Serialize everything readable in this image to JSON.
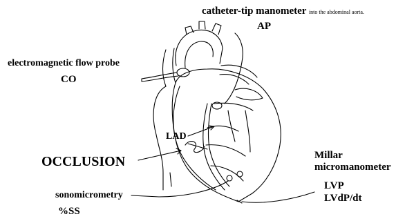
{
  "labels": {
    "catheter": "catheter-tip manometer",
    "catheter_note": "into the abdominal aorta.",
    "ap": "AP",
    "flow_probe": "electromagnetic flow probe",
    "co": "CO",
    "lad": "LAD",
    "occlusion": "OCCLUSION",
    "millar_1": "Millar",
    "millar_2": "micromanometer",
    "lvp": "LVP",
    "lvdpdt": "LVdP/dt",
    "sonomicrometry": "sonomicrometry",
    "ss": "%SS"
  }
}
